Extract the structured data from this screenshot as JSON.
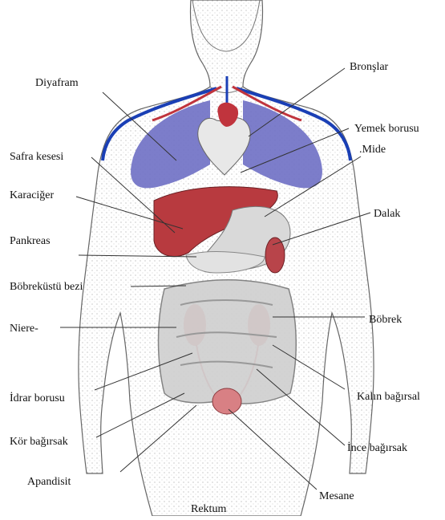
{
  "colors": {
    "background": "#ffffff",
    "outline": "#555555",
    "stipple": "#9a9a9a",
    "lungs": "#6e6fc4",
    "vessel_blue": "#1a3fb5",
    "vessel_red": "#c0343d",
    "liver": "#b83a3f",
    "stomach": "#d9d9d9",
    "spleen": "#b8444a",
    "kidney": "#e07a7e",
    "intestine": "#cfcfcf",
    "leader": "#333333"
  },
  "labels": {
    "diyafram": "Diyafram",
    "safra_kesesi": "Safra kesesi",
    "karaciger": "Karaciğer",
    "pankreas": "Pankreas",
    "bobrekustu_bezi": "Böbreküstü bezi",
    "niere": "Niere-",
    "idrar_borusu": "İdrar borusu",
    "kor_bagirsak": "Kör bağırsak",
    "apandisit": "Apandisit",
    "rektum": "Rektum",
    "bronslar": "Bronşlar",
    "yemek_borusu": "Yemek borusu",
    "mide": ".Mide",
    "dalak": "Dalak",
    "bobrek": "Böbrek",
    "kalin_bagirsak": "Kalın bağırsal",
    "ince_bagirsak": "İnce bağırsak",
    "mesane": "Mesane"
  }
}
